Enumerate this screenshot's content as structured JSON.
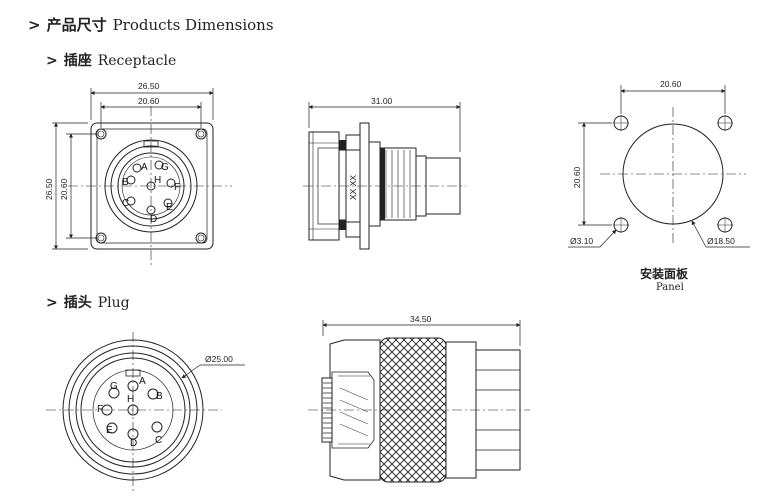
{
  "title": {
    "cn": "产品尺寸",
    "en": "Products Dimensions"
  },
  "receptacle": {
    "cn": "插座",
    "en": "Receptacle",
    "front": {
      "outer_width": "26.50",
      "hole_pitch_h": "20.60",
      "outer_height": "26.50",
      "hole_pitch_v": "20.60",
      "pins": [
        "A",
        "B",
        "C",
        "D",
        "E",
        "F",
        "G",
        "H"
      ]
    },
    "side": {
      "length": "31.00",
      "marking": "XX XX"
    }
  },
  "panel": {
    "cn": "安装面板",
    "en": "Panel",
    "hole_pitch_h": "20.60",
    "hole_pitch_v": "20.60",
    "hole_dia": "Ø3.10",
    "cutout_dia": "Ø18.50"
  },
  "plug": {
    "cn": "插头",
    "en": "Plug",
    "front": {
      "diameter": "Ø25.00",
      "pins": [
        "A",
        "B",
        "C",
        "D",
        "E",
        "F",
        "G",
        "H"
      ]
    },
    "side": {
      "length": "34.50"
    }
  },
  "icons": {
    "section_bullet": "chevron-right-icon"
  }
}
